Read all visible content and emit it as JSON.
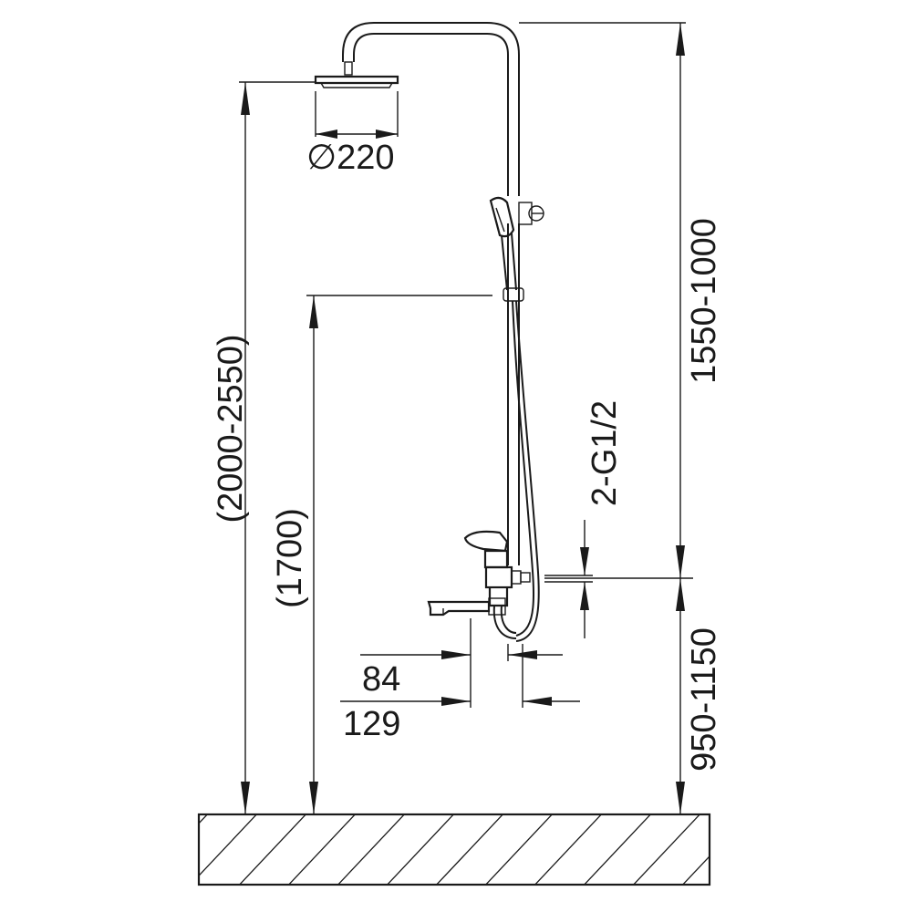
{
  "dimensions": {
    "head_diameter": "∅220",
    "total_height": "(2000-2550)",
    "handheld_height": "(1700)",
    "upper_section": "1550-1000",
    "inlet_height": "950-1150",
    "inlet_thread": "2-G1/2",
    "projection_short": "84",
    "projection_long": "129"
  },
  "colors": {
    "line": "#1a1a1a",
    "background": "#ffffff"
  }
}
